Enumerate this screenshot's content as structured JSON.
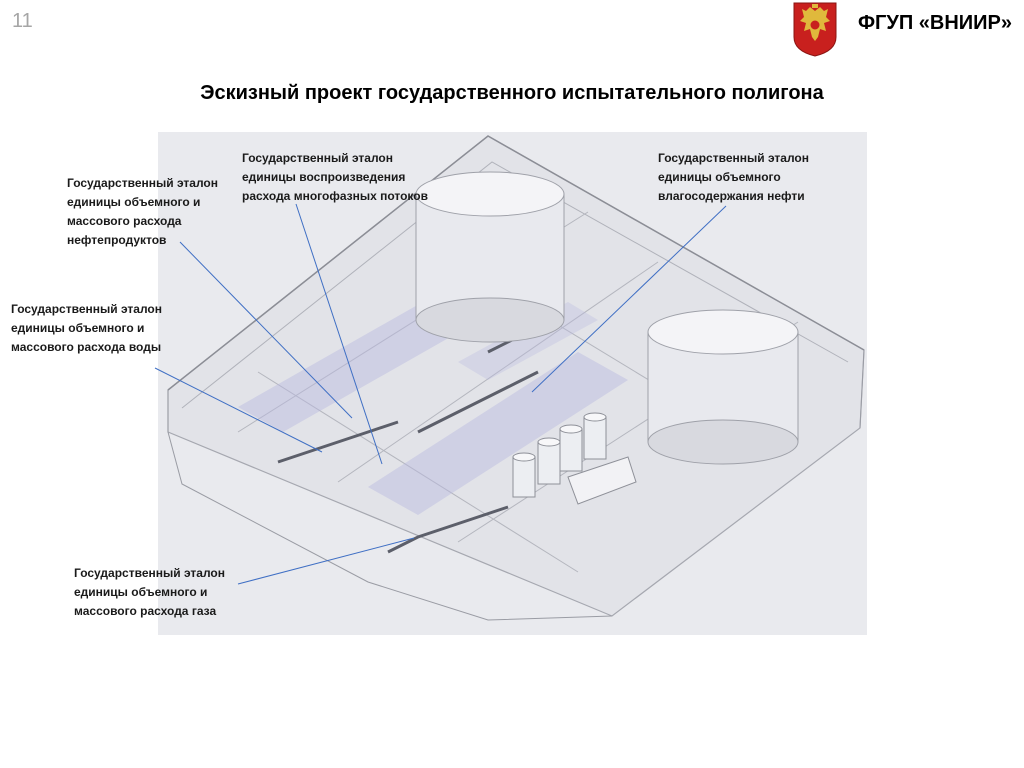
{
  "header": {
    "slide_number": "11",
    "organization": "ФГУП «ВНИИР»"
  },
  "title": "Эскизный проект государственного испытательного полигона",
  "labels": {
    "oil_products": [
      "Государственный эталон",
      "единицы объемного и",
      "массового расхода",
      "нефтепродуктов"
    ],
    "multiphase": [
      "Государственный эталон",
      "единицы воспроизведения",
      "расхода многофазных потоков"
    ],
    "water_cut": [
      "Государственный эталон",
      "единицы объемного",
      "влагосодержания нефти"
    ],
    "water": [
      "Государственный эталон",
      "единицы объемного и",
      "массового расхода воды"
    ],
    "gas": [
      "Государственный эталон",
      "единицы объемного и",
      "массового расхода газа"
    ]
  },
  "colors": {
    "emblem_red": "#c8201e",
    "emblem_gold": "#e0b93c",
    "leader_line": "#3f6fc4",
    "room_tint": "#b9b9e0"
  }
}
